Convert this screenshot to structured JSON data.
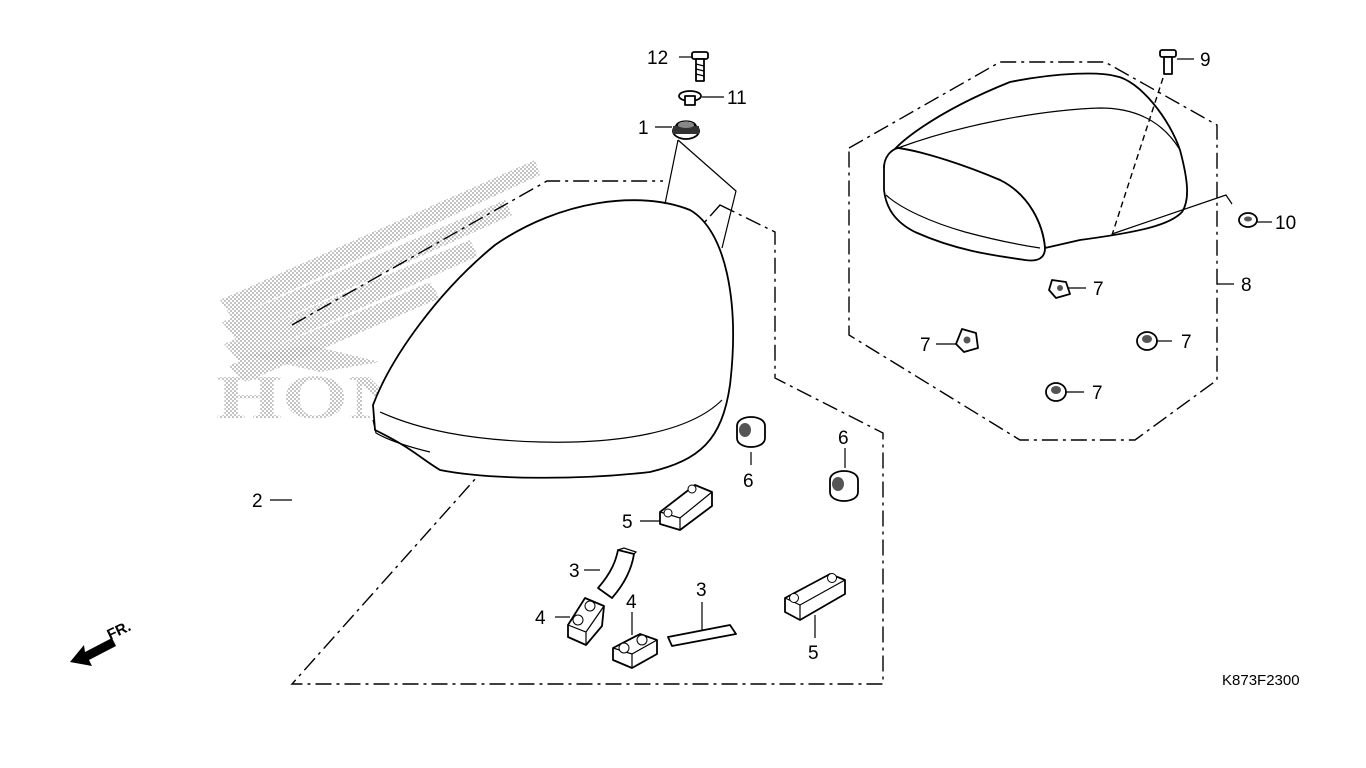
{
  "diagram": {
    "watermark_text": "HONDA",
    "direction_label": "FR.",
    "diagram_code": "K873F2300",
    "callouts": {
      "c1": "1",
      "c2": "2",
      "c3a": "3",
      "c3b": "3",
      "c4a": "4",
      "c4b": "4",
      "c5a": "5",
      "c5b": "5",
      "c6a": "6",
      "c6b": "6",
      "c7a": "7",
      "c7b": "7",
      "c7c": "7",
      "c7d": "7",
      "c8": "8",
      "c9": "9",
      "c10": "10",
      "c11": "11",
      "c12": "12"
    }
  }
}
